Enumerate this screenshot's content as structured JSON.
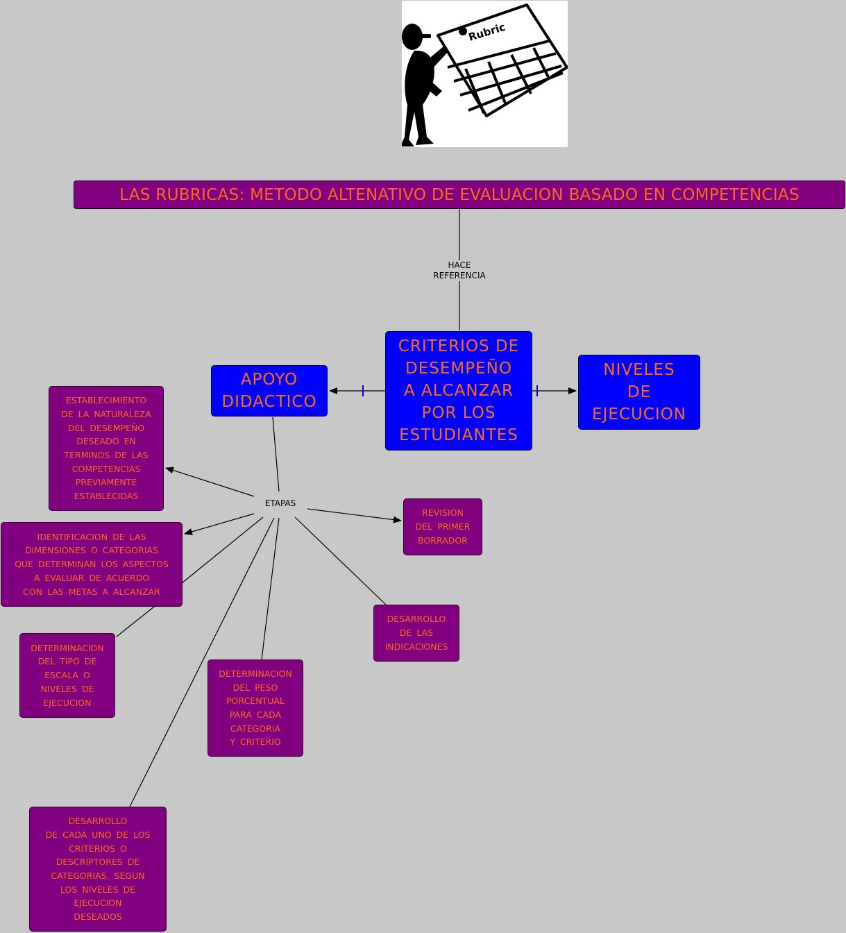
{
  "title": "LAS RUBRICAS: METODO ALTENATIVO DE EVALUACION BASADO EN COMPETENCIAS",
  "image": {
    "caption": "Rubric"
  },
  "links": {
    "hace_referencia": "HACE\nREFERENCIA",
    "etapas": "ETAPAS"
  },
  "nodes": {
    "criterios": "CRITERIOS DE\nDESEMPEÑO\nA ALCANZAR\nPOR LOS\nESTUDIANTES",
    "apoyo": "APOYO\nDIDACTICO",
    "niveles": "NIVELES\nDE\nEJECUCION",
    "establecimiento": "ESTABLECIMIENTO\nDE LA NATURALEZA\nDEL DESEMPEÑO\nDESEADO EN\nTERMINOS DE LAS\nCOMPETENCIAS\nPREVIAMENTE\nESTABLECIDAS",
    "identificacion": "IDENTIFICACION DE LAS\nDIMENSIONES O CATEGORIAS\nQUE DETERMINAN LOS ASPECTOS\nA EVALUAR DE ACUERDO\nCON LAS METAS A ALCANZAR",
    "tipo_escala": "DETERMINACION\nDEL TIPO DE\nESCALA O\nNIVELES DE\nEJECUCION",
    "peso": "DETERMINACION\nDEL PESO\nPORCENTUAL\nPARA CADA\nCATEGORIA\nY CRITERIO",
    "desarrollo_criterios": "DESARROLLO\nDE CADA UNO DE LOS\nCRITERIOS O\nDESCRIPTORES DE\nCATEGORIAS, SEGUN\nLOS NIVELES DE\nEJECUCION\nDESEADOS",
    "indicaciones": "DESARROLLO\nDE LAS\nINDICACIONES",
    "revision": "REVISION\nDEL PRIMER\nBORRADOR"
  },
  "colors": {
    "background": "#c8c8c8",
    "purple_box": "#800080",
    "blue_box": "#0000ff",
    "text": "#ff6a1a",
    "line": "#000000",
    "resource_marker": "#0000ff"
  }
}
